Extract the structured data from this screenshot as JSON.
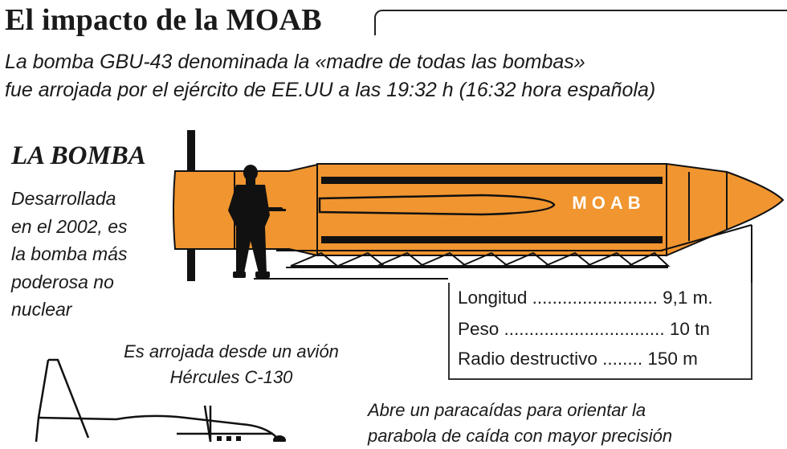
{
  "header": {
    "title": "El impacto de la MOAB",
    "subtitle_line1": "La bomba GBU-43 denominada la «madre de todas las bombas»",
    "subtitle_line2": "fue arrojada por el ejército de EE.UU a las 19:32 h (16:32 hora española)"
  },
  "bomb": {
    "section_title": "LA BOMBA",
    "description": [
      "Desarrollada",
      "en el 2002, es",
      "la bomba más",
      "poderosa no",
      "nuclear"
    ],
    "label": "MOAB",
    "body_color": "#f0952f"
  },
  "specs": [
    {
      "text": "Longitud ......................... 9,1 m."
    },
    {
      "text": "Peso ................................  10 tn"
    },
    {
      "text": "Radio destructivo ........ 150 m"
    }
  ],
  "aircraft": {
    "caption_line1": "Es arrojada desde un avión",
    "caption_line2": "Hércules C-130"
  },
  "parachute": {
    "caption_line1": "Abre un paracaídas para orientar la",
    "caption_line2": "parabola de caída con mayor precisión"
  },
  "icons": [
    "tail-fin-icon",
    "soldier-silhouette-icon",
    "aircraft-icon"
  ]
}
